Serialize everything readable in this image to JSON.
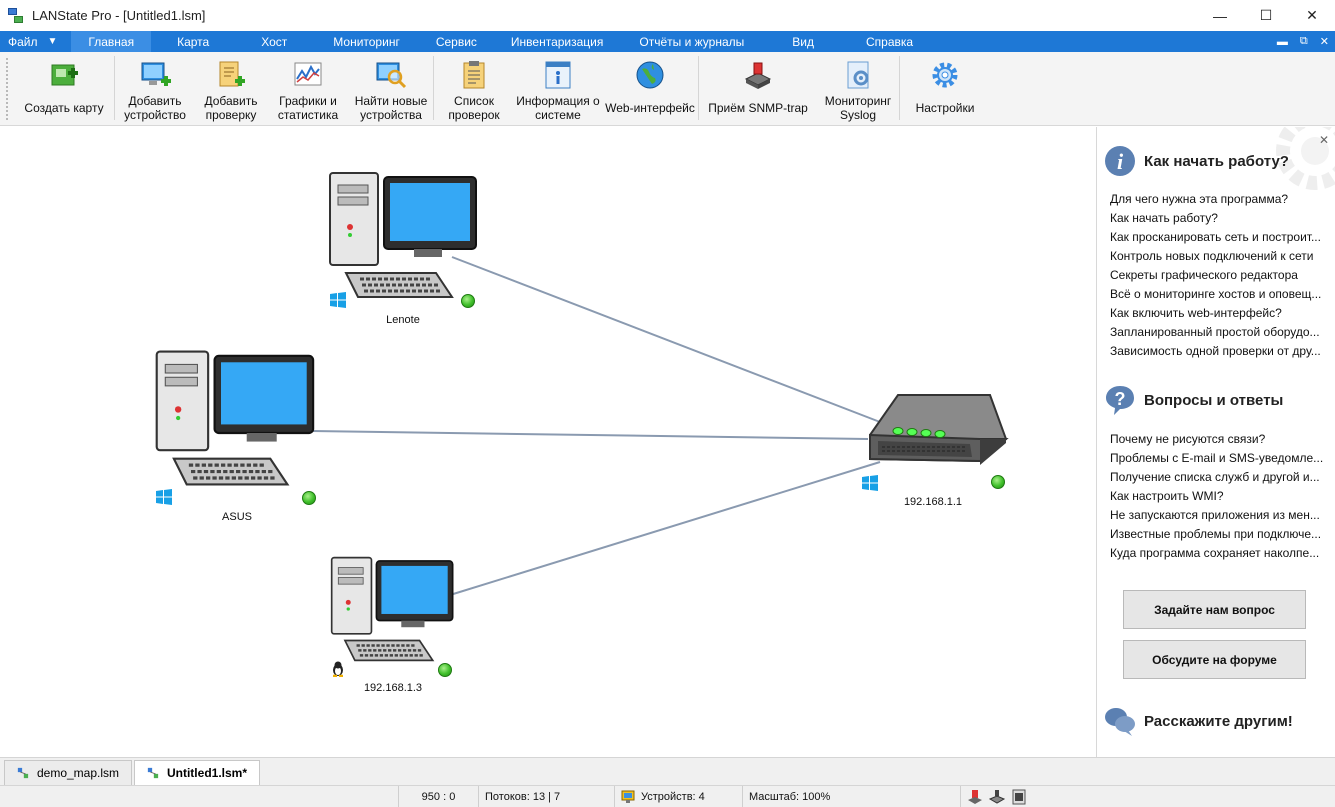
{
  "window": {
    "title": "LANState Pro - [Untitled1.lsm]",
    "minimize": "—",
    "maximize": "☐",
    "close": "✕"
  },
  "menu": {
    "file": "Файл",
    "arrow": "▼",
    "items": [
      "Главная",
      "Карта",
      "Хост",
      "Мониторинг",
      "Сервис",
      "Инвентаризация",
      "Отчёты и журналы",
      "Вид",
      "Справка"
    ],
    "right_controls": [
      "▬",
      "⧉",
      "✕"
    ]
  },
  "toolbar": {
    "create_map": "Создать карту",
    "add_device": [
      "Добавить",
      "устройство"
    ],
    "add_check": [
      "Добавить",
      "проверку"
    ],
    "graphs": [
      "Графики и",
      "статистика"
    ],
    "find_devices": [
      "Найти новые",
      "устройства"
    ],
    "check_list": [
      "Список",
      "проверок"
    ],
    "system_info": [
      "Информация о",
      "системе"
    ],
    "web_interface": "Web-интерфейс",
    "snmp_trap": "Приём SNMP-trap",
    "syslog": [
      "Мониторинг",
      "Syslog"
    ],
    "settings": "Настройки"
  },
  "map": {
    "devices": [
      {
        "label": "Lenote",
        "os": "windows",
        "status": "online"
      },
      {
        "label": "ASUS",
        "os": "windows",
        "status": "online"
      },
      {
        "label": "192.168.1.3",
        "os": "linux",
        "status": "online"
      },
      {
        "label": "192.168.1.1",
        "os": "windows",
        "status": "online",
        "kind": "router"
      }
    ],
    "link_color": "#8a9ab0"
  },
  "panel": {
    "close": "✕",
    "start_title": "Как начать работу?",
    "start_links": [
      "Для чего нужна эта программа?",
      "Как начать работу?",
      "Как просканировать сеть и построит...",
      "Контроль новых подключений к сети",
      "Секреты графического редактора",
      "Всё о мониторинге хостов и оповещ...",
      "Как включить web-интерфейс?",
      "Запланированный простой оборудо...",
      "Зависимость одной проверки от дру..."
    ],
    "faq_title": "Вопросы и ответы",
    "faq_links": [
      "Почему не рисуются связи?",
      "Проблемы с E-mail и SMS-уведомле...",
      "Получение списка служб и другой и...",
      "Как настроить WMI?",
      "Не запускаются приложения из мен...",
      "Известные проблемы при подключе...",
      "Куда программа сохраняет наколпе..."
    ],
    "ask_button": "Задайте нам вопрос",
    "forum_button": "Обсудите на форуме",
    "share_title": "Расскажите другим!"
  },
  "tabs": [
    {
      "label": "demo_map.lsm",
      "active": false
    },
    {
      "label": "Untitled1.lsm*",
      "active": true
    }
  ],
  "status": {
    "coords": "950 : 0",
    "threads": "Потоков: 13 | 7",
    "devices": "Устройств: 4",
    "scale": "Масштаб: 100%"
  },
  "colors": {
    "menu_bg": "#1e78d6",
    "status_online": "#3fbf2a"
  }
}
